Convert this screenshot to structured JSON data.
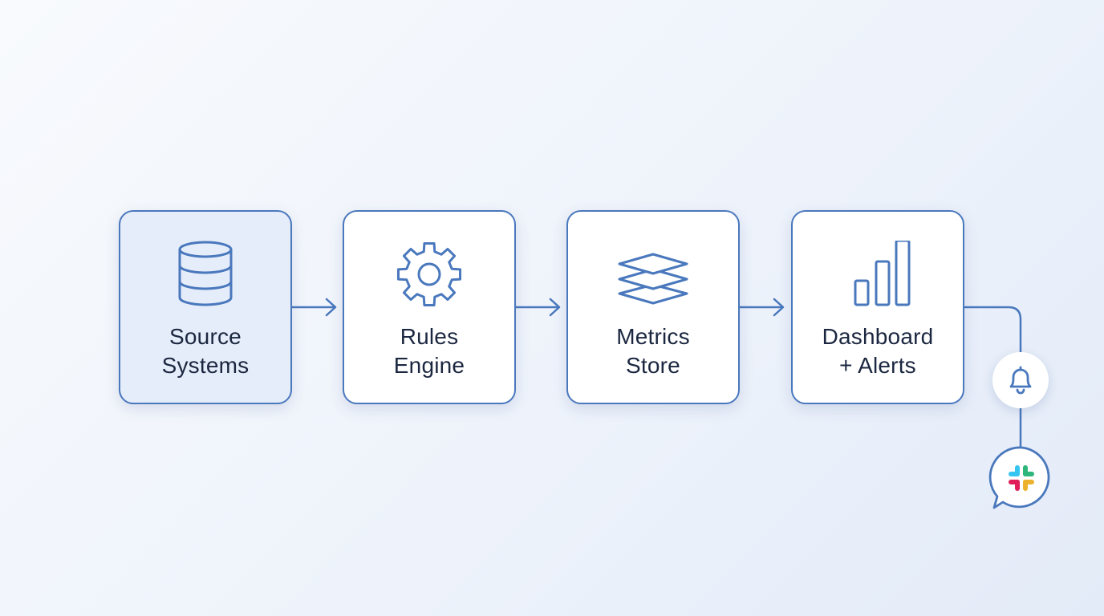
{
  "colors": {
    "accent": "#4a78bd",
    "text": "#1b2740",
    "highlight_fill": "#e6edfa",
    "slack_teal": "#36c5f0",
    "slack_green": "#2eb67d",
    "slack_yellow": "#ecb22e",
    "slack_red": "#e01e5a"
  },
  "nodes": [
    {
      "icon": "database-icon",
      "line1": "Source",
      "line2": "Systems",
      "highlighted": true
    },
    {
      "icon": "gear-icon",
      "line1": "Rules",
      "line2": "Engine",
      "highlighted": false
    },
    {
      "icon": "layers-icon",
      "line1": "Metrics",
      "line2": "Store",
      "highlighted": false
    },
    {
      "icon": "bar-chart-icon",
      "line1": "Dashboard",
      "line2": "+ Alerts",
      "highlighted": false
    }
  ],
  "outputs": [
    {
      "icon": "bell-icon"
    },
    {
      "icon": "slack-icon"
    }
  ]
}
